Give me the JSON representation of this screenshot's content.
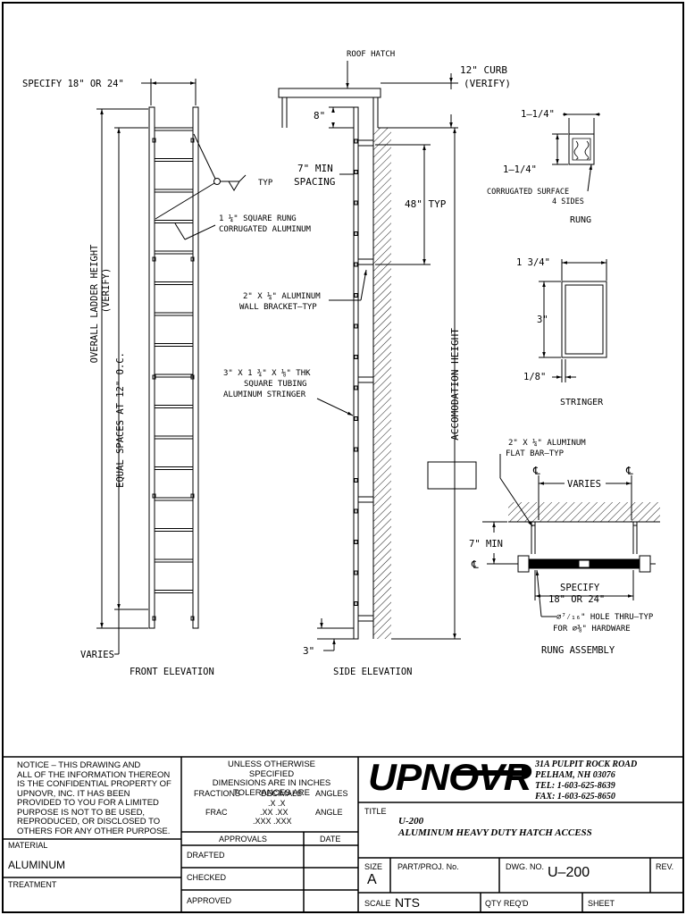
{
  "drawing": {
    "front": {
      "specify": "SPECIFY 18\" OR 24\"",
      "overall1": "OVERALL LADDER HEIGHT",
      "overall2": "(VERIFY)",
      "equal": "EQUAL SPACES AT 12\" O.C.",
      "typ": "TYP",
      "rung1": "1 ¼\" SQUARE RUNG",
      "rung2": "CORRUGATED ALUMINUM",
      "varies": "VARIES",
      "title": "FRONT ELEVATION"
    },
    "side": {
      "roof_hatch": "ROOF HATCH",
      "curb1": "12\" CURB",
      "curb2": "(VERIFY)",
      "eight": "8\"",
      "min1": "7\" MIN",
      "min2": "SPACING",
      "typ48": "48\" TYP",
      "bracket1": "2\" X ¼\" ALUMINUM",
      "bracket2": "WALL BRACKET–TYP",
      "tube1": "3\" X 1 ¾\" X ⅛\" THK",
      "tube2": "SQUARE TUBING",
      "tube3": "ALUMINUM STRINGER",
      "accom": "ACCOMODATION HEIGHT",
      "three": "3\"",
      "title": "SIDE ELEVATION"
    },
    "rung_detail": {
      "dim1": "1–1/4\"",
      "dim2": "1–1/4\"",
      "surf1": "CORRUGATED SURFACE",
      "surf2": "4 SIDES",
      "title": "RUNG"
    },
    "stringer_detail": {
      "dim_w": "1 3/4\"",
      "dim_h": "3\"",
      "dim_t": "1/8\"",
      "title": "STRINGER"
    },
    "assembly": {
      "flat1": "2\" X ¼\" ALUMINUM",
      "flat2": "FLAT BAR–TYP",
      "cl": "℄",
      "varies": "VARIES",
      "min": "7\" MIN",
      "specify1": "SPECIFY",
      "specify2": "18\" OR 24\"",
      "hole1": "⌀⁷⁄₁₆\" HOLE THRU–TYP",
      "hole2": "FOR ⌀⅜\" HARDWARE",
      "title": "RUNG ASSEMBLY"
    }
  },
  "title_block": {
    "notice": [
      "NOTICE – THIS DRAWING AND",
      "ALL OF THE INFORMATION THEREON",
      "IS THE CONFIDENTIAL PROPERTY OF",
      "UPNOVR, INC. IT HAS BEEN",
      "PROVIDED TO YOU FOR A LIMITED",
      "PURPOSE IS NOT TO BE USED,",
      "REPRODUCED, OR DISCLOSED TO",
      "OTHERS FOR ANY OTHER PURPOSE."
    ],
    "tolerance": [
      "UNLESS OTHERWISE SPECIFIED",
      "DIMENSIONS ARE IN INCHES",
      "TOLERANCES ARE"
    ],
    "fractions": "FRACTIONS",
    "decimals": "DECIMALS",
    "angles": "ANGLES",
    "frac": "FRAC",
    "dec_r1": ".X   .X",
    "dec_r2": ".XX   .XX",
    "dec_r3": ".XXX   .XXX",
    "angle": "ANGLE",
    "material_label": "MATERIAL",
    "material_value": "ALUMINUM",
    "treatment_label": "TREATMENT",
    "approvals": "APPROVALS",
    "date": "DATE",
    "drafted": "DRAFTED",
    "checked": "CHECKED",
    "approved": "APPROVED",
    "logo": "UPNOVR",
    "address": [
      "31A PULPIT ROCK ROAD",
      "PELHAM, NH 03076",
      "TEL: 1-603-625-8639",
      "FAX: 1-603-625-8650"
    ],
    "title_label": "TITLE",
    "title1": "U-200",
    "title2": "ALUMINUM HEAVY DUTY HATCH ACCESS",
    "size_label": "SIZE",
    "size_value": "A",
    "part_label": "PART/PROJ. No.",
    "dwg_label": "DWG. NO.",
    "dwg_value": "U–200",
    "rev_label": "REV.",
    "scale_label": "SCALE",
    "scale_value": "NTS",
    "qty_label": "QTY REQ'D",
    "sheet_label": "SHEET"
  }
}
